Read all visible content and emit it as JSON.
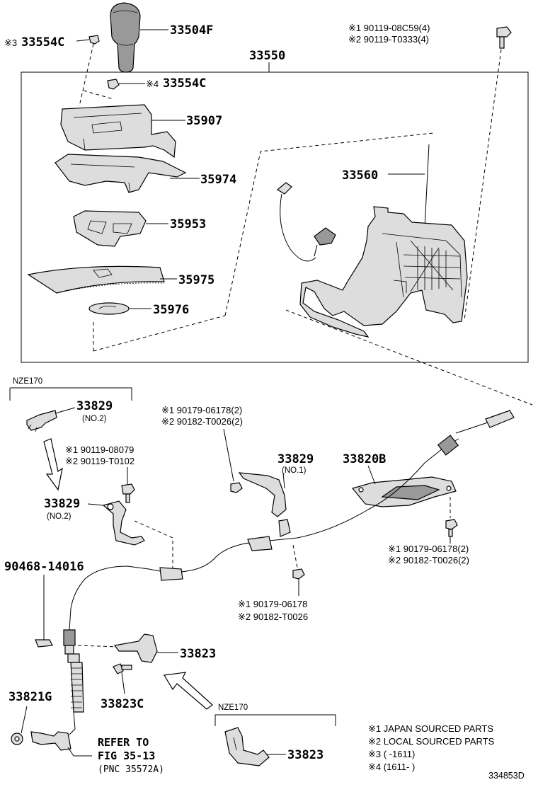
{
  "labels": {
    "p33504F": "33504F",
    "p33554C_a_mark": "※3",
    "p33554C_a": "33554C",
    "p33554C_b_mark": "※4",
    "p33554C_b": "33554C",
    "p33550": "33550",
    "p35907": "35907",
    "p35974": "35974",
    "p35953": "35953",
    "p35975": "35975",
    "p35976": "35976",
    "p33560": "33560",
    "bolt_top_1": "※1  90119-08C59(4)",
    "bolt_top_2": "※2  90119-T0333(4)",
    "nze170_a": "NZE170",
    "p33829_no2_a": "33829",
    "p33829_no2_a_sub": "(NO.2)",
    "bolt_mid_1": "※1  90119-08079",
    "bolt_mid_2": "※2  90119-T0102",
    "p33829_no2_b": "33829",
    "p33829_no2_b_sub": "(NO.2)",
    "nut_a_1": "※1  90179-06178(2)",
    "nut_a_2": "※2  90182-T0026(2)",
    "p33829_no1": "33829",
    "p33829_no1_sub": "(NO.1)",
    "p33820B": "33820B",
    "nut_b_1": "※1  90179-06178(2)",
    "nut_b_2": "※2  90182-T0026(2)",
    "clip_90468": "90468-14016",
    "nut_c_1": "※1  90179-06178",
    "nut_c_2": "※2  90182-T0026",
    "p33823_a": "33823",
    "p33823C": "33823C",
    "p33821G": "33821G",
    "refer_1": "REFER TO",
    "refer_2": "FIG 35-13",
    "refer_3": "(PNC 35572A)",
    "nze170_b": "NZE170",
    "p33823_b": "33823",
    "legend_1": "※1 JAPAN SOURCED PARTS",
    "legend_2": "※2 LOCAL SOURCED PARTS",
    "legend_3": "※3 (       -1611)",
    "legend_4": "※4 (1611-       )",
    "figure_code": "334853D"
  }
}
